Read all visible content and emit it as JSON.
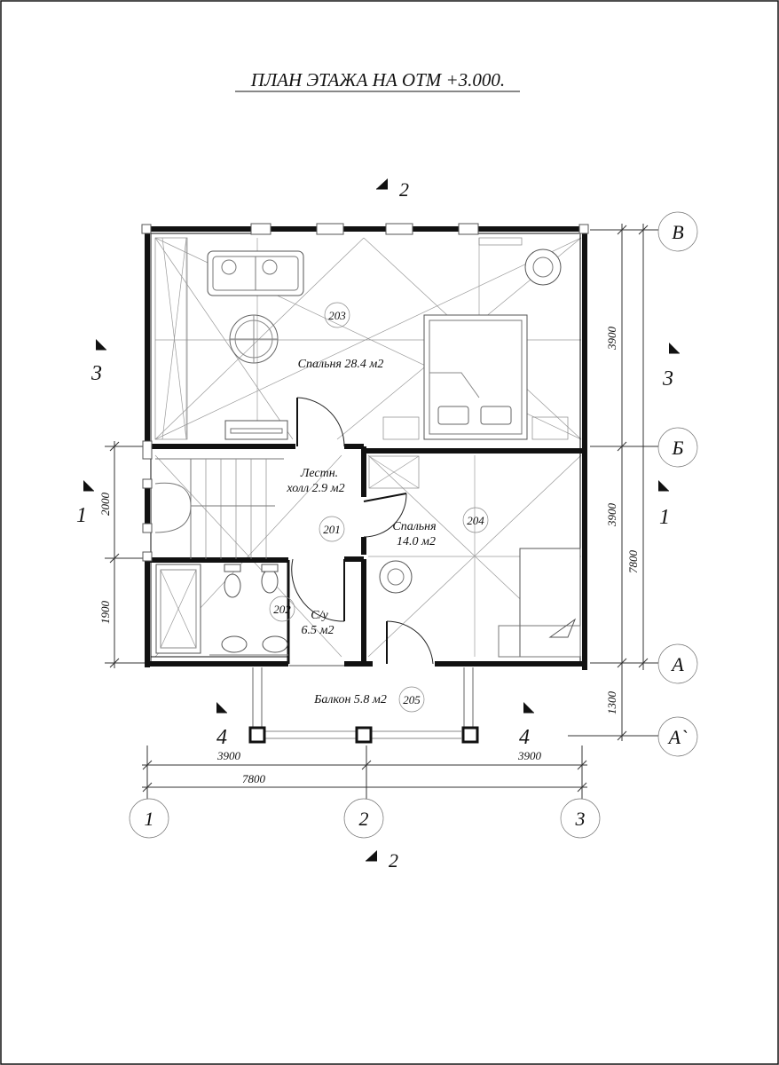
{
  "title": "ПЛАН ЭТАЖА НА ОТМ +3.000.",
  "sections": {
    "top": "2",
    "bottom": "2",
    "left_3": "3",
    "right_3": "3",
    "left_1": "1",
    "right_1": "1",
    "left_4": "4",
    "right_4": "4"
  },
  "rooms": [
    {
      "number": "203",
      "name_line1": "Спальня 28.4 м2",
      "name_line2": ""
    },
    {
      "number": "201",
      "name_line1": "Лестн.",
      "name_line2": "холл 2.9 м2"
    },
    {
      "number": "204",
      "name_line1": "Спальня",
      "name_line2": "14.0 м2"
    },
    {
      "number": "202",
      "name_line1": "С/у",
      "name_line2": "6.5 м2"
    },
    {
      "number": "205",
      "name_line1": "Балкон 5.8 м2",
      "name_line2": ""
    }
  ],
  "axes": {
    "letters": [
      "В",
      "Б",
      "А",
      "А`"
    ],
    "numbers": [
      "1",
      "2",
      "3"
    ]
  },
  "dimensions": {
    "bottom_left": "3900",
    "bottom_right": "3900",
    "bottom_total": "7800",
    "right_top": "3900",
    "right_mid": "3900",
    "right_total": "7800",
    "right_balcony": "1300",
    "left_stair": "2000",
    "left_bath": "1900"
  }
}
